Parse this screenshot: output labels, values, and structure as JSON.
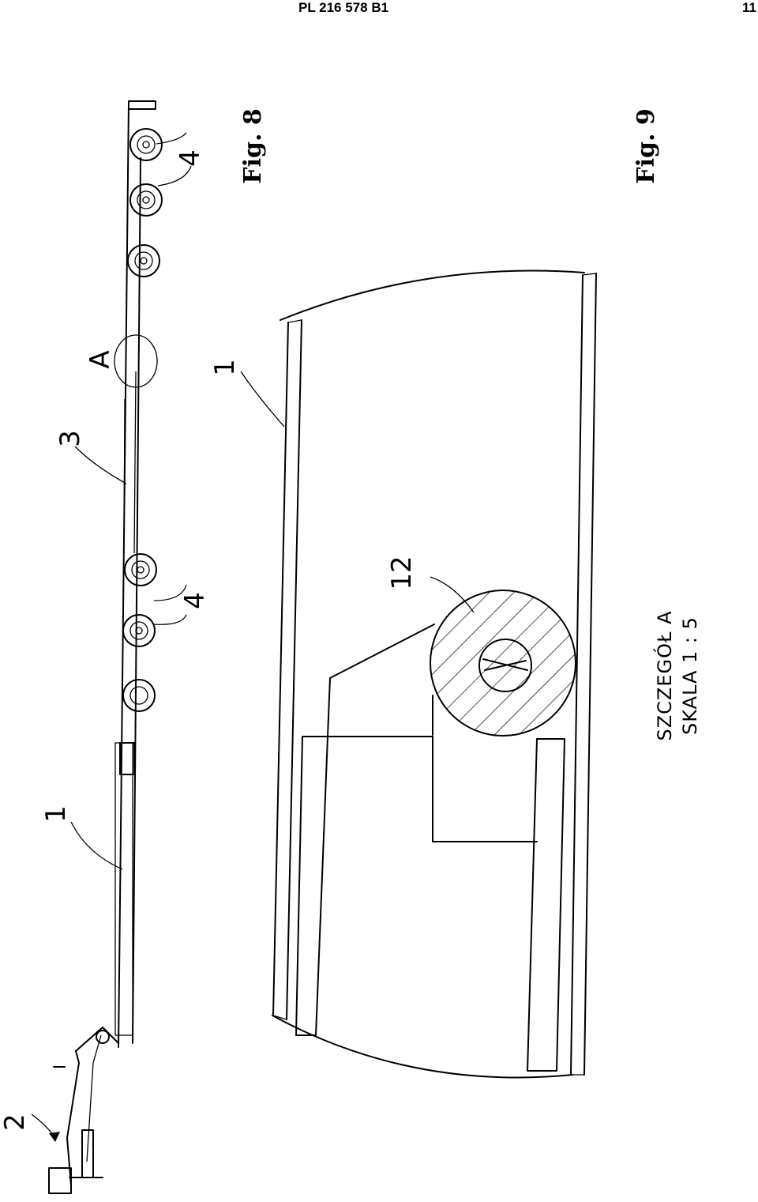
{
  "header": {
    "document_number": "PL 216 578 B1",
    "page_number": "11"
  },
  "figures": {
    "fig8": {
      "label": "Fig. 8"
    },
    "fig9": {
      "label": "Fig. 9"
    }
  },
  "reference_numerals": {
    "trailer": "1",
    "tractor": "2",
    "extension": "3",
    "axle_rear": "4",
    "axle_front": "4",
    "detail_marker": "A",
    "tube": "1",
    "roller": "12"
  },
  "detail_caption": {
    "line1": "SZCZEGÓŁ A",
    "line2": "SKALA 1 : 5"
  }
}
